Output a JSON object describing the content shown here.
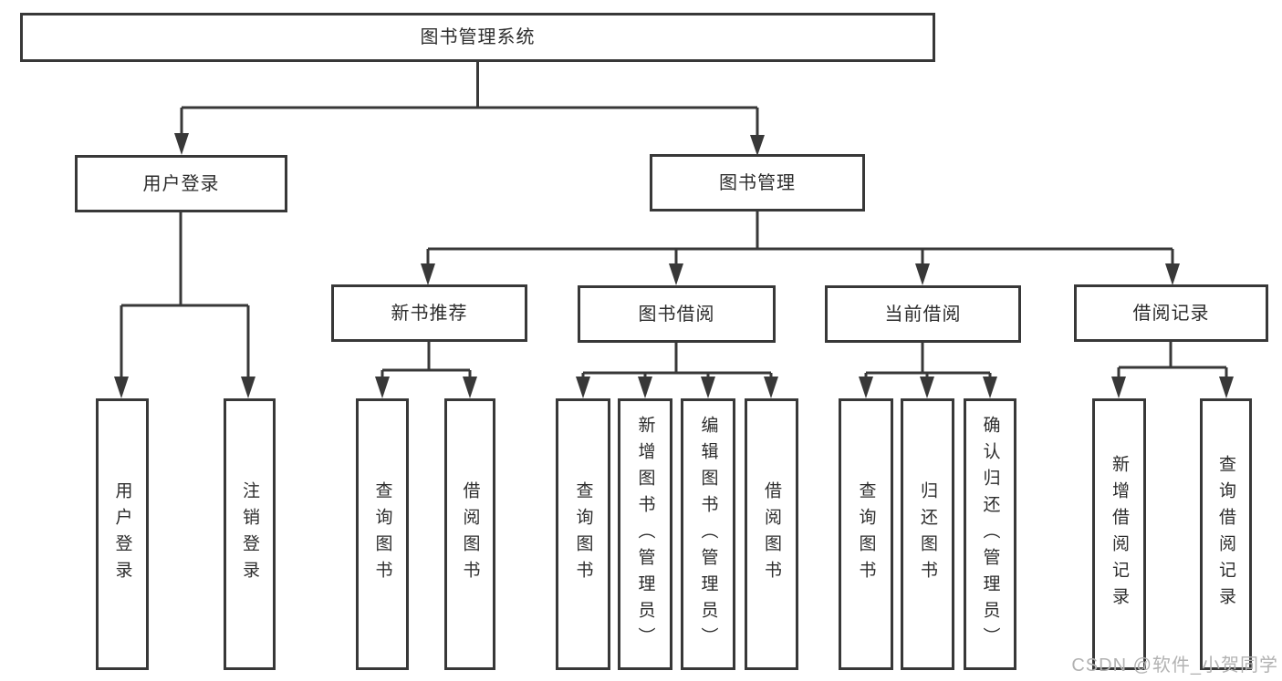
{
  "tree": {
    "label": "图书管理系统",
    "children": [
      {
        "label": "用户登录",
        "children": [
          {
            "label": "用户登录"
          },
          {
            "label": "注销登录"
          }
        ]
      },
      {
        "label": "图书管理",
        "children": [
          {
            "label": "新书推荐",
            "children": [
              {
                "label": "查询图书"
              },
              {
                "label": "借阅图书"
              }
            ]
          },
          {
            "label": "图书借阅",
            "children": [
              {
                "label": "查询图书"
              },
              {
                "label": "新增图书（管理员）"
              },
              {
                "label": "编辑图书（管理员）"
              },
              {
                "label": "借阅图书"
              }
            ]
          },
          {
            "label": "当前借阅",
            "children": [
              {
                "label": "查询图书"
              },
              {
                "label": "归还图书"
              },
              {
                "label": "确认归还（管理员）"
              }
            ]
          },
          {
            "label": "借阅记录",
            "children": [
              {
                "label": "新增借阅记录"
              },
              {
                "label": "查询借阅记录"
              }
            ]
          }
        ]
      }
    ]
  },
  "watermark": "CSDN @软件_小贺同学",
  "colors": {
    "line": "#383838",
    "text": "#2d2d2d",
    "watermark": "#b2b2b2",
    "background": "#ffffff"
  }
}
